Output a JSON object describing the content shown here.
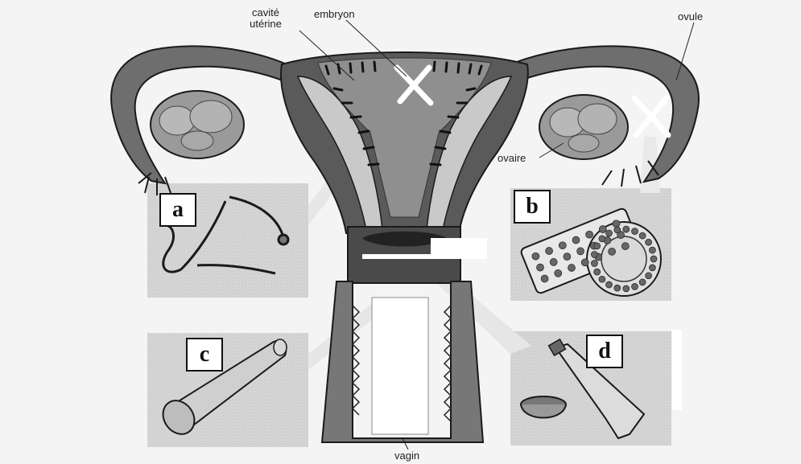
{
  "labels": {
    "cavite_line1": "cavité",
    "cavite_line2": "utérine",
    "embryon": "embryon",
    "ovule": "ovule",
    "ovaire": "ovaire",
    "vagin": "vagin"
  },
  "panels": {
    "a": "a",
    "b": "b",
    "c": "c",
    "d": "d"
  },
  "colors": {
    "background": "#f4f4f4",
    "panel": "#d9d9d9",
    "tissue_dark": "#555555",
    "tissue_mid": "#8a8a8a",
    "tissue_light": "#c9c9c9",
    "outline": "#1a1a1a"
  }
}
